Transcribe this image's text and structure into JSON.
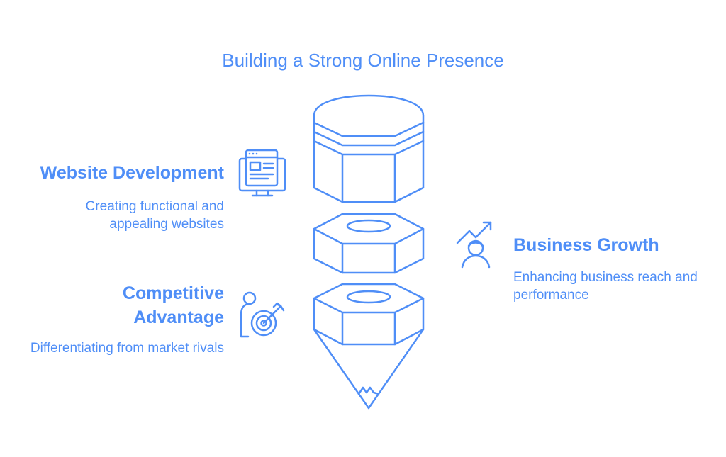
{
  "title": "Building a Strong Online Presence",
  "accent_color": "#4f8ef7",
  "items": [
    {
      "heading": "Website Development",
      "description": "Creating functional and appealing websites",
      "icon": "website-monitor-icon",
      "side": "left"
    },
    {
      "heading": "Business Growth",
      "description": "Enhancing business reach and performance",
      "icon": "growth-person-icon",
      "side": "right"
    },
    {
      "heading": "Competitive Advantage",
      "description": "Differentiating from market rivals",
      "icon": "target-person-icon",
      "side": "left"
    }
  ]
}
